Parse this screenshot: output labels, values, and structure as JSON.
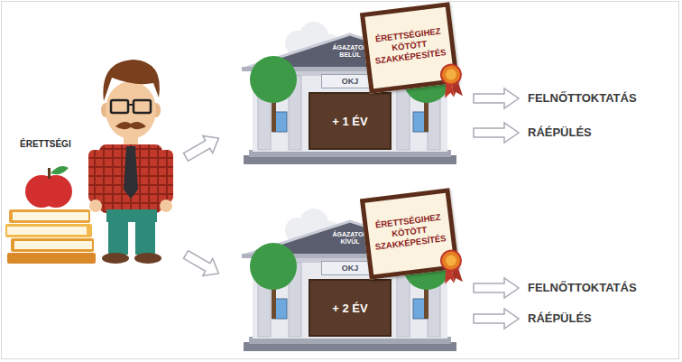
{
  "diagram": {
    "nodes": [
      {
        "text": [
          "ÁGAZATON BELÜL"
        ]
      },
      {
        "text": [
          "OKJ"
        ],
        "in": 0
      },
      {
        "text": [
          "+ 1 ÉV"
        ],
        "in": 0
      },
      {
        "text": [
          "ÉRETTSÉGIHEZ KÖTÖTT SZAKKÉPESÍTÉS"
        ]
      },
      {
        "text": [
          "ÁGAZATON KÍVÜL"
        ]
      },
      {
        "text": [
          "OKJ"
        ],
        "in": 4
      },
      {
        "text": [
          "+ 2 ÉV"
        ],
        "in": 4
      },
      {
        "text": [
          "ÉRETTSÉGIHEZ KÖTÖTT SZAKKÉPESÍTÉS"
        ]
      }
    ],
    "labels": [
      "ÉRETTSÉGI",
      "FELNŐTTOKTATÁS",
      "RÁÉPÜLÉS",
      "FELNŐTTOKTATÁS",
      "RÁÉPÜLÉS"
    ]
  }
}
